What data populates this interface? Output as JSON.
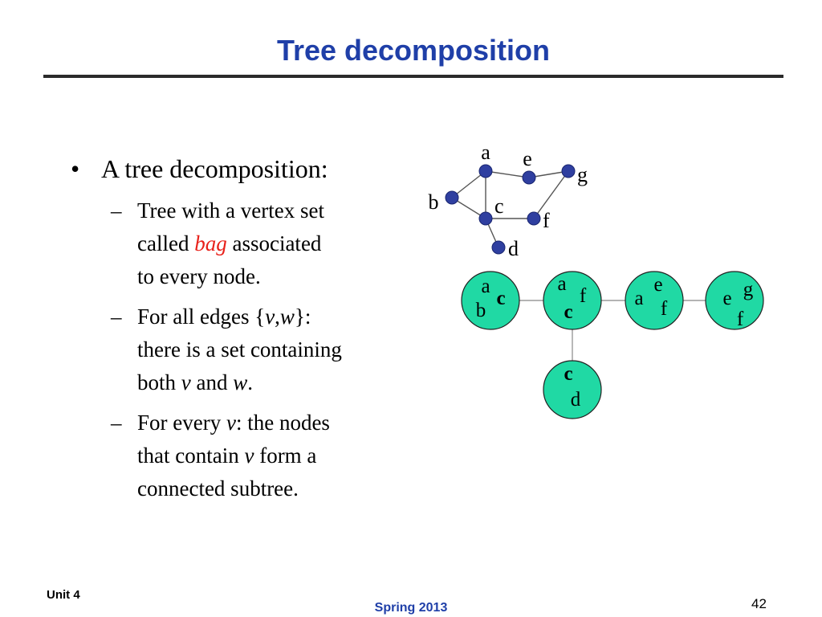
{
  "slide": {
    "title": "Tree decomposition"
  },
  "bullet": {
    "symbol": "•",
    "text": "A tree decomposition:"
  },
  "subbullets": [
    {
      "dash": "–",
      "lines": [
        [
          "Tree with a vertex set"
        ],
        [
          "called ",
          "bag",
          " associated"
        ],
        [
          "to every node."
        ]
      ]
    },
    {
      "dash": "–",
      "lines": [
        [
          "For all edges {",
          "v",
          ",",
          "w",
          "}:"
        ],
        [
          "there is a set containing"
        ],
        [
          "both ",
          "v",
          " and ",
          "w",
          "."
        ]
      ]
    },
    {
      "dash": "–",
      "lines": [
        [
          "For every ",
          "v",
          ": the nodes"
        ],
        [
          "that contain ",
          "v",
          " form a"
        ],
        [
          "connected subtree."
        ]
      ]
    }
  ],
  "graph": {
    "vertex_color": "#2f3fa0",
    "vertices": [
      {
        "id": "a",
        "label": "a"
      },
      {
        "id": "e",
        "label": "e"
      },
      {
        "id": "g",
        "label": "g"
      },
      {
        "id": "b",
        "label": "b"
      },
      {
        "id": "c",
        "label": "c"
      },
      {
        "id": "f",
        "label": "f"
      },
      {
        "id": "d",
        "label": "d"
      }
    ],
    "edges": [
      [
        "a",
        "b"
      ],
      [
        "a",
        "e"
      ],
      [
        "e",
        "g"
      ],
      [
        "a",
        "c"
      ],
      [
        "b",
        "c"
      ],
      [
        "c",
        "f"
      ],
      [
        "f",
        "g"
      ],
      [
        "c",
        "d"
      ]
    ]
  },
  "tree": {
    "node_color": "#20d9a4",
    "bags": [
      {
        "id": "bag1",
        "labels": [
          {
            "text": "a",
            "bold": false
          },
          {
            "text": "c",
            "bold": true
          },
          {
            "text": "b",
            "bold": false
          }
        ]
      },
      {
        "id": "bag2",
        "labels": [
          {
            "text": "a",
            "bold": false
          },
          {
            "text": "f",
            "bold": false
          },
          {
            "text": "c",
            "bold": true
          }
        ]
      },
      {
        "id": "bag3",
        "labels": [
          {
            "text": "e",
            "bold": false
          },
          {
            "text": "a",
            "bold": false
          },
          {
            "text": "f",
            "bold": false
          }
        ]
      },
      {
        "id": "bag4",
        "labels": [
          {
            "text": "g",
            "bold": false
          },
          {
            "text": "e",
            "bold": false
          },
          {
            "text": "f",
            "bold": false
          }
        ]
      },
      {
        "id": "bag5",
        "labels": [
          {
            "text": "c",
            "bold": true
          },
          {
            "text": "d",
            "bold": false
          }
        ]
      }
    ],
    "edges": [
      [
        "bag1",
        "bag2"
      ],
      [
        "bag2",
        "bag3"
      ],
      [
        "bag3",
        "bag4"
      ],
      [
        "bag2",
        "bag5"
      ]
    ]
  },
  "footer": {
    "left": "Unit 4",
    "center": "Spring 2013",
    "page": "42"
  }
}
